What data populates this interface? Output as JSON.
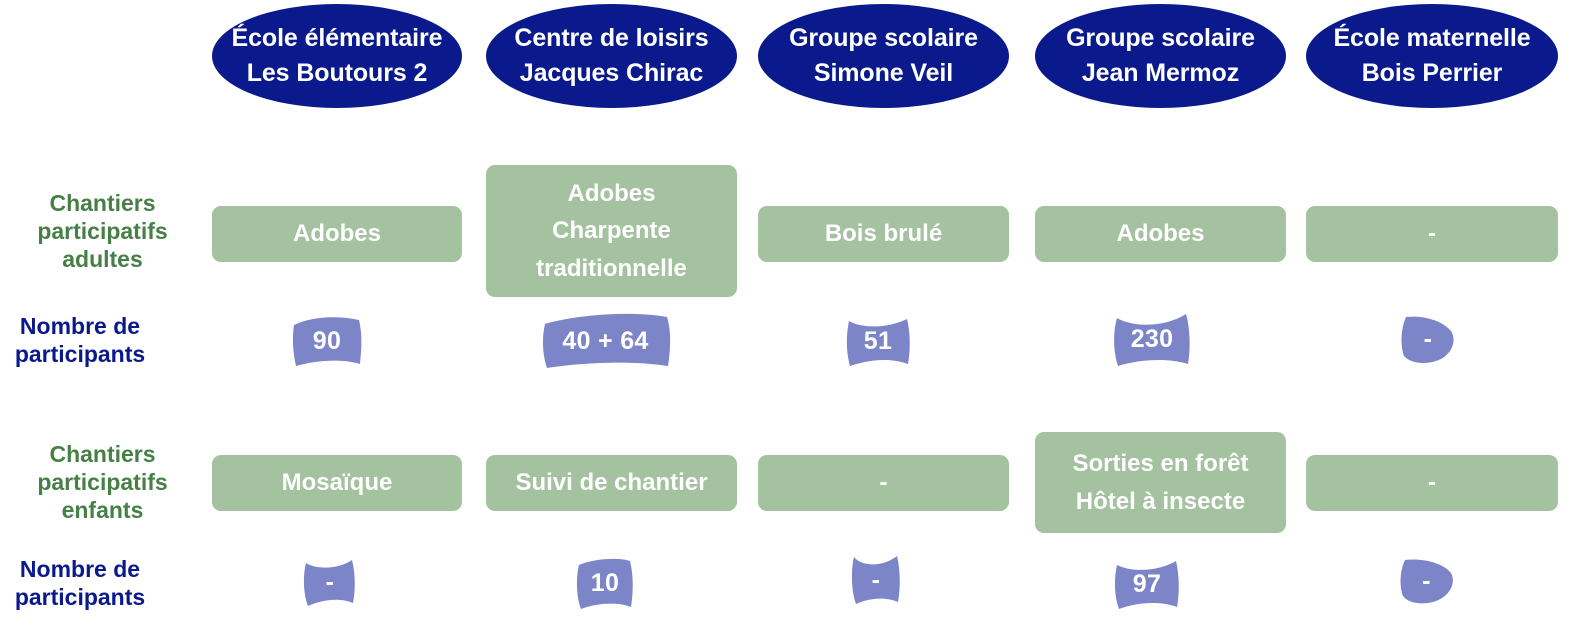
{
  "palette": {
    "navy": "#0a1a8c",
    "green_fill": "#a5c2a0",
    "green_text": "#468046",
    "periwinkle": "#7c85c8",
    "white": "#ffffff",
    "background": "#ffffff"
  },
  "columns": [
    {
      "title_line1": "École élémentaire",
      "title_line2": "Les Boutours 2"
    },
    {
      "title_line1": "Centre de loisirs",
      "title_line2": "Jacques Chirac"
    },
    {
      "title_line1": "Groupe scolaire",
      "title_line2": "Simone Veil"
    },
    {
      "title_line1": "Groupe scolaire",
      "title_line2": "Jean Mermoz"
    },
    {
      "title_line1": "École maternelle",
      "title_line2": "Bois Perrier"
    }
  ],
  "rows": {
    "adults": {
      "label_line1": "Chantiers",
      "label_line2": "participatifs",
      "label_line3": "adultes",
      "count_label_line1": "Nombre de",
      "count_label_line2": "participants",
      "cells": [
        {
          "lines": [
            "Adobes"
          ]
        },
        {
          "lines": [
            "Adobes",
            "Charpente",
            "traditionnelle"
          ]
        },
        {
          "lines": [
            "Bois brulé"
          ]
        },
        {
          "lines": [
            "Adobes"
          ]
        },
        {
          "lines": [
            "-"
          ]
        }
      ],
      "counts": [
        "90",
        "40 + 64",
        "51",
        "230",
        "-"
      ]
    },
    "children": {
      "label_line1": "Chantiers",
      "label_line2": "participatifs",
      "label_line3": "enfants",
      "count_label_line1": "Nombre de",
      "count_label_line2": "participants",
      "cells": [
        {
          "lines": [
            "Mosaïque"
          ]
        },
        {
          "lines": [
            "Suivi de chantier"
          ]
        },
        {
          "lines": [
            "-"
          ]
        },
        {
          "lines": [
            "Sorties en forêt",
            "Hôtel à insecte"
          ]
        },
        {
          "lines": [
            "-"
          ]
        }
      ],
      "counts": [
        "-",
        "10",
        "-",
        "97",
        "-"
      ]
    }
  }
}
